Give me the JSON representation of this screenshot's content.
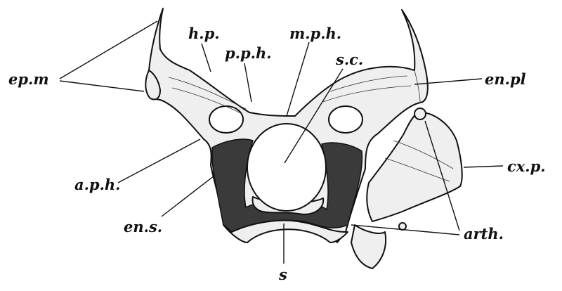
{
  "labels": {
    "ep_m": "ep.m",
    "h_p": "h.p.",
    "p_p_h": "p.p.h.",
    "m_p_h": "m.p.h.",
    "s_c": "s.c.",
    "en_pl": "en.pl",
    "a_p_h": "a.p.h.",
    "en_s": "en.s.",
    "cx_p": "cx.p.",
    "arth": "arth.",
    "s": "s"
  }
}
